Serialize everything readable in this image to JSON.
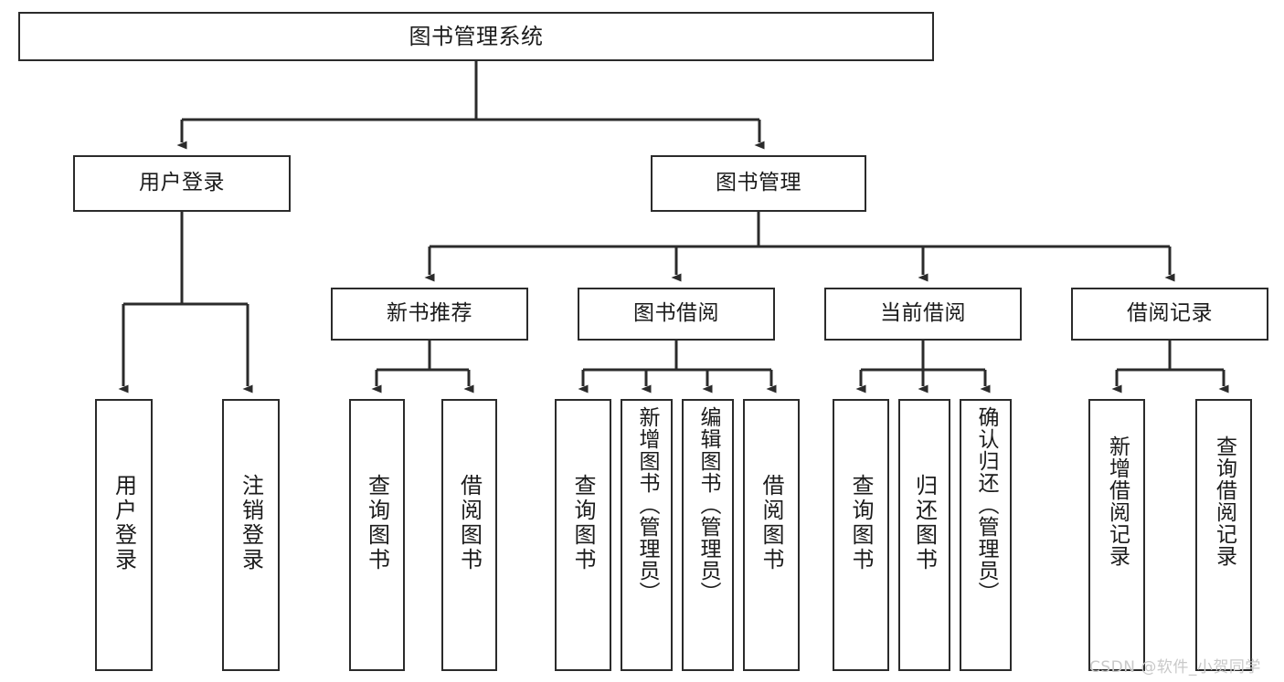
{
  "diagram": {
    "title": "图书管理系统",
    "type": "tree-hierarchy",
    "orientation": "top-down",
    "colors": {
      "box_border": "#2b2b2b",
      "box_fill": "#ffffff",
      "edge": "#2b2b2b",
      "text": "#1b1b1b",
      "watermark": "#c9c9c9",
      "background": "#ffffff"
    }
  },
  "nodes": {
    "root": {
      "label": "图书管理系统"
    },
    "level2": [
      {
        "id": "user-login",
        "label": "用户登录"
      },
      {
        "id": "book-management",
        "label": "图书管理"
      }
    ],
    "level3": [
      {
        "id": "new-book-recommend",
        "label": "新书推荐"
      },
      {
        "id": "book-borrow",
        "label": "图书借阅"
      },
      {
        "id": "current-borrow",
        "label": "当前借阅"
      },
      {
        "id": "borrow-record",
        "label": "借阅记录"
      }
    ],
    "leaves": {
      "user_login": [
        {
          "id": "leaf-user-login",
          "label": "用户登录"
        },
        {
          "id": "leaf-logout",
          "label": "注销登录"
        }
      ],
      "new_book_recommend": [
        {
          "id": "leaf-query-book-1",
          "label": "查询图书"
        },
        {
          "id": "leaf-borrow-book-1",
          "label": "借阅图书"
        }
      ],
      "book_borrow": [
        {
          "id": "leaf-query-book-2",
          "label": "查询图书"
        },
        {
          "id": "leaf-add-book",
          "label": "新增图书（管理员）"
        },
        {
          "id": "leaf-edit-book",
          "label": "编辑图书（管理员）"
        },
        {
          "id": "leaf-borrow-book-2",
          "label": "借阅图书"
        }
      ],
      "current_borrow": [
        {
          "id": "leaf-query-book-3",
          "label": "查询图书"
        },
        {
          "id": "leaf-return-book",
          "label": "归还图书"
        },
        {
          "id": "leaf-confirm-return",
          "label": "确认归还（管理员）"
        }
      ],
      "borrow_record": [
        {
          "id": "leaf-add-record",
          "label": "新增借阅记录"
        },
        {
          "id": "leaf-query-record",
          "label": "查询借阅记录"
        }
      ]
    }
  },
  "watermark": {
    "text": "CSDN @软件_小贺同学"
  }
}
